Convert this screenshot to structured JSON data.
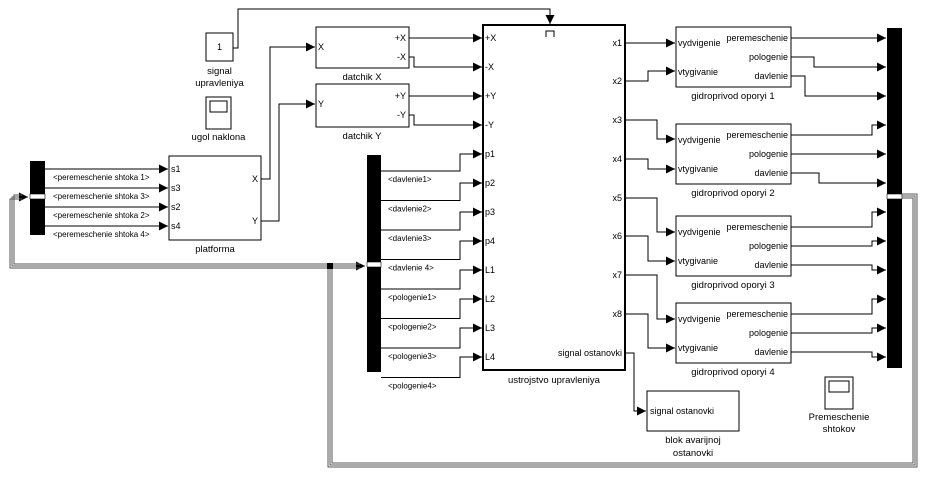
{
  "diagram": {
    "constant": {
      "value": "1",
      "label_lines": [
        "signal",
        "upravleniya"
      ]
    },
    "scope_angle": {
      "label": "ugol naklona"
    },
    "scope_rods": {
      "label_lines": [
        "Premeschenie",
        "shtokov"
      ]
    },
    "platform": {
      "name": "platforma",
      "inputs": [
        "s1",
        "s3",
        "s2",
        "s4"
      ],
      "outputs": [
        "X",
        "Y"
      ]
    },
    "left_bus_signals": [
      "<peremeschenie shtoka 1>",
      "<peremeschenie shtoka 3>",
      "<peremeschenie shtoka 2>",
      "<peremeschenie shtoka 4>"
    ],
    "sensor_x": {
      "name": "datchik X",
      "input": "X",
      "outputs": [
        "+X",
        "-X"
      ]
    },
    "sensor_y": {
      "name": "datchik Y",
      "input": "Y",
      "outputs": [
        "+Y",
        "-Y"
      ]
    },
    "mid_bus_signals": [
      "<davlenie1>",
      "<davlenie2>",
      "<davlenie3>",
      "<davlenie 4>",
      "<pologenie1>",
      "<pologenie2>",
      "<pologenie3>",
      "<pologenie4>"
    ],
    "controller": {
      "name": "ustrojstvo upravleniya",
      "enable_icon": "pulse-icon",
      "inputs": [
        "+X",
        "-X",
        "+Y",
        "-Y",
        "p1",
        "p2",
        "p3",
        "p4",
        "L1",
        "L2",
        "L3",
        "L4"
      ],
      "outputs": [
        "x1",
        "x2",
        "x3",
        "x4",
        "x5",
        "x6",
        "x7",
        "x8",
        "signal ostanovki"
      ]
    },
    "actuators": [
      {
        "name": "gidroprivod oporyi 1",
        "inputs": [
          "vydvigenie",
          "vtygivanie"
        ],
        "outputs": [
          "peremeschenie",
          "pologenie",
          "davlenie"
        ]
      },
      {
        "name": "gidroprivod oporyi 2",
        "inputs": [
          "vydvigenie",
          "vtygivanie"
        ],
        "outputs": [
          "peremeschenie",
          "pologenie",
          "davlenie"
        ]
      },
      {
        "name": "gidroprivod oporyi 3",
        "inputs": [
          "vydvigenie",
          "vtygivanie"
        ],
        "outputs": [
          "peremeschenie",
          "pologenie",
          "davlenie"
        ]
      },
      {
        "name": "gidroprivod oporyi 4",
        "inputs": [
          "vydvigenie",
          "vtygivanie"
        ],
        "outputs": [
          "peremeschenie",
          "pologenie",
          "davlenie"
        ]
      }
    ],
    "emergency": {
      "input": "signal ostanovki",
      "label_lines": [
        "blok avarijnoj",
        "ostanovki"
      ]
    }
  }
}
